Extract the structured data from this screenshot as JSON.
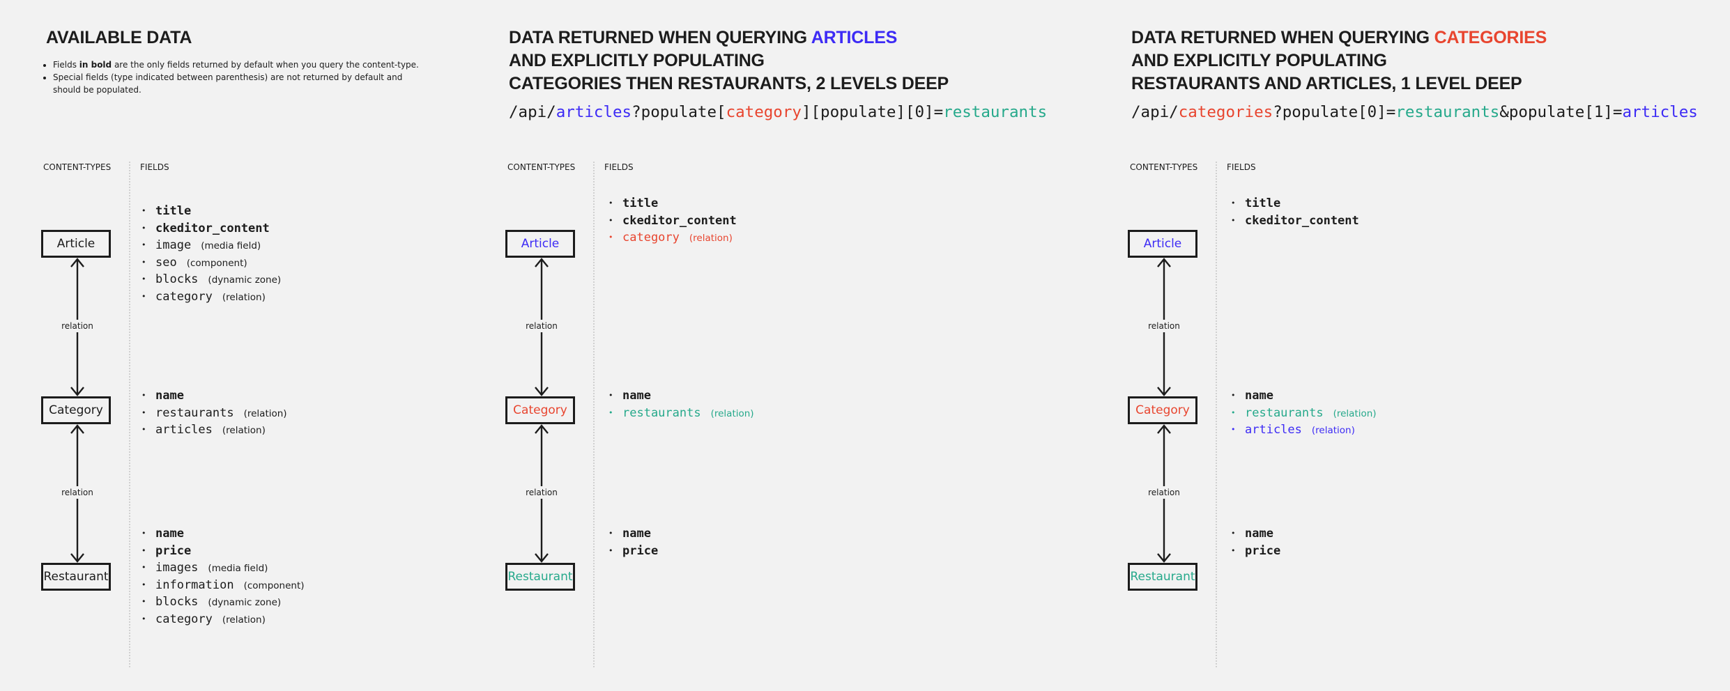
{
  "colors": {
    "blue": "#3d2bf5",
    "red": "#e8452f",
    "green": "#26a98b",
    "text": "#1c1c1c"
  },
  "panels": [
    {
      "title_lines": [
        [
          {
            "text": "AVAILABLE DATA"
          }
        ]
      ],
      "notes": [
        [
          {
            "text": "Fields "
          },
          {
            "text": "in bold",
            "bold": true
          },
          {
            "text": " are the only fields returned by default when you query the content-type."
          }
        ],
        [
          {
            "text": "Special fields (type indicated between parenthesis) are not returned by default and should be populated."
          }
        ]
      ],
      "content_types_label": "CONTENT-TYPES",
      "fields_label": "FIELDS",
      "relation_label": "relation",
      "types": [
        {
          "name": "Article",
          "fields": [
            {
              "name": "title",
              "bold": true
            },
            {
              "name": "ckeditor_content",
              "bold": true
            },
            {
              "name": "image",
              "note": "(media field)"
            },
            {
              "name": "seo",
              "note": "(component)"
            },
            {
              "name": "blocks",
              "note": "(dynamic zone)"
            },
            {
              "name": "category",
              "note": "(relation)"
            }
          ]
        },
        {
          "name": "Category",
          "fields": [
            {
              "name": "name",
              "bold": true
            },
            {
              "name": "restaurants",
              "note": "(relation)"
            },
            {
              "name": "articles",
              "note": "(relation)"
            }
          ]
        },
        {
          "name": "Restaurant",
          "fields": [
            {
              "name": "name",
              "bold": true
            },
            {
              "name": "price",
              "bold": true
            },
            {
              "name": "images",
              "note": "(media field)"
            },
            {
              "name": "information",
              "note": "(component)"
            },
            {
              "name": "blocks",
              "note": "(dynamic zone)"
            },
            {
              "name": "category",
              "note": "(relation)"
            }
          ]
        }
      ]
    },
    {
      "title_lines": [
        [
          {
            "text": "DATA RETURNED WHEN QUERYING "
          },
          {
            "text": "ARTICLES",
            "color": "blue"
          }
        ],
        [
          {
            "text": "AND EXPLICITLY POPULATING"
          }
        ],
        [
          {
            "text": "CATEGORIES THEN RESTAURANTS, 2 LEVELS DEEP"
          }
        ]
      ],
      "api": [
        {
          "text": "/api/"
        },
        {
          "text": "articles",
          "color": "blue"
        },
        {
          "text": "?populate["
        },
        {
          "text": "category",
          "color": "red"
        },
        {
          "text": "][populate][0]="
        },
        {
          "text": "restaurants",
          "color": "green"
        }
      ],
      "content_types_label": "CONTENT-TYPES",
      "fields_label": "FIELDS",
      "relation_label": "relation",
      "types": [
        {
          "name": "Article",
          "color": "blue",
          "fields": [
            {
              "name": "title",
              "bold": true
            },
            {
              "name": "ckeditor_content",
              "bold": true
            },
            {
              "name": "category",
              "note": "(relation)",
              "color": "red"
            }
          ]
        },
        {
          "name": "Category",
          "color": "red",
          "fields": [
            {
              "name": "name",
              "bold": true
            },
            {
              "name": "restaurants",
              "note": "(relation)",
              "color": "green"
            }
          ]
        },
        {
          "name": "Restaurant",
          "color": "green",
          "fields": [
            {
              "name": "name",
              "bold": true
            },
            {
              "name": "price",
              "bold": true
            }
          ]
        }
      ]
    },
    {
      "title_lines": [
        [
          {
            "text": "DATA RETURNED WHEN QUERYING "
          },
          {
            "text": "CATEGORIES",
            "color": "red"
          }
        ],
        [
          {
            "text": "AND EXPLICITLY POPULATING"
          }
        ],
        [
          {
            "text": "RESTAURANTS AND ARTICLES, 1 LEVEL DEEP"
          }
        ]
      ],
      "api": [
        {
          "text": "/api/"
        },
        {
          "text": "categories",
          "color": "red"
        },
        {
          "text": "?populate[0]="
        },
        {
          "text": "restaurants",
          "color": "green"
        },
        {
          "text": "&populate[1]="
        },
        {
          "text": "articles",
          "color": "blue"
        }
      ],
      "content_types_label": "CONTENT-TYPES",
      "fields_label": "FIELDS",
      "relation_label": "relation",
      "types": [
        {
          "name": "Article",
          "color": "blue",
          "fields": [
            {
              "name": "title",
              "bold": true
            },
            {
              "name": "ckeditor_content",
              "bold": true
            }
          ]
        },
        {
          "name": "Category",
          "color": "red",
          "fields": [
            {
              "name": "name",
              "bold": true
            },
            {
              "name": "restaurants",
              "note": "(relation)",
              "color": "green"
            },
            {
              "name": "articles",
              "note": "(relation)",
              "color": "blue"
            }
          ]
        },
        {
          "name": "Restaurant",
          "color": "green",
          "fields": [
            {
              "name": "name",
              "bold": true
            },
            {
              "name": "price",
              "bold": true
            }
          ]
        }
      ]
    }
  ]
}
